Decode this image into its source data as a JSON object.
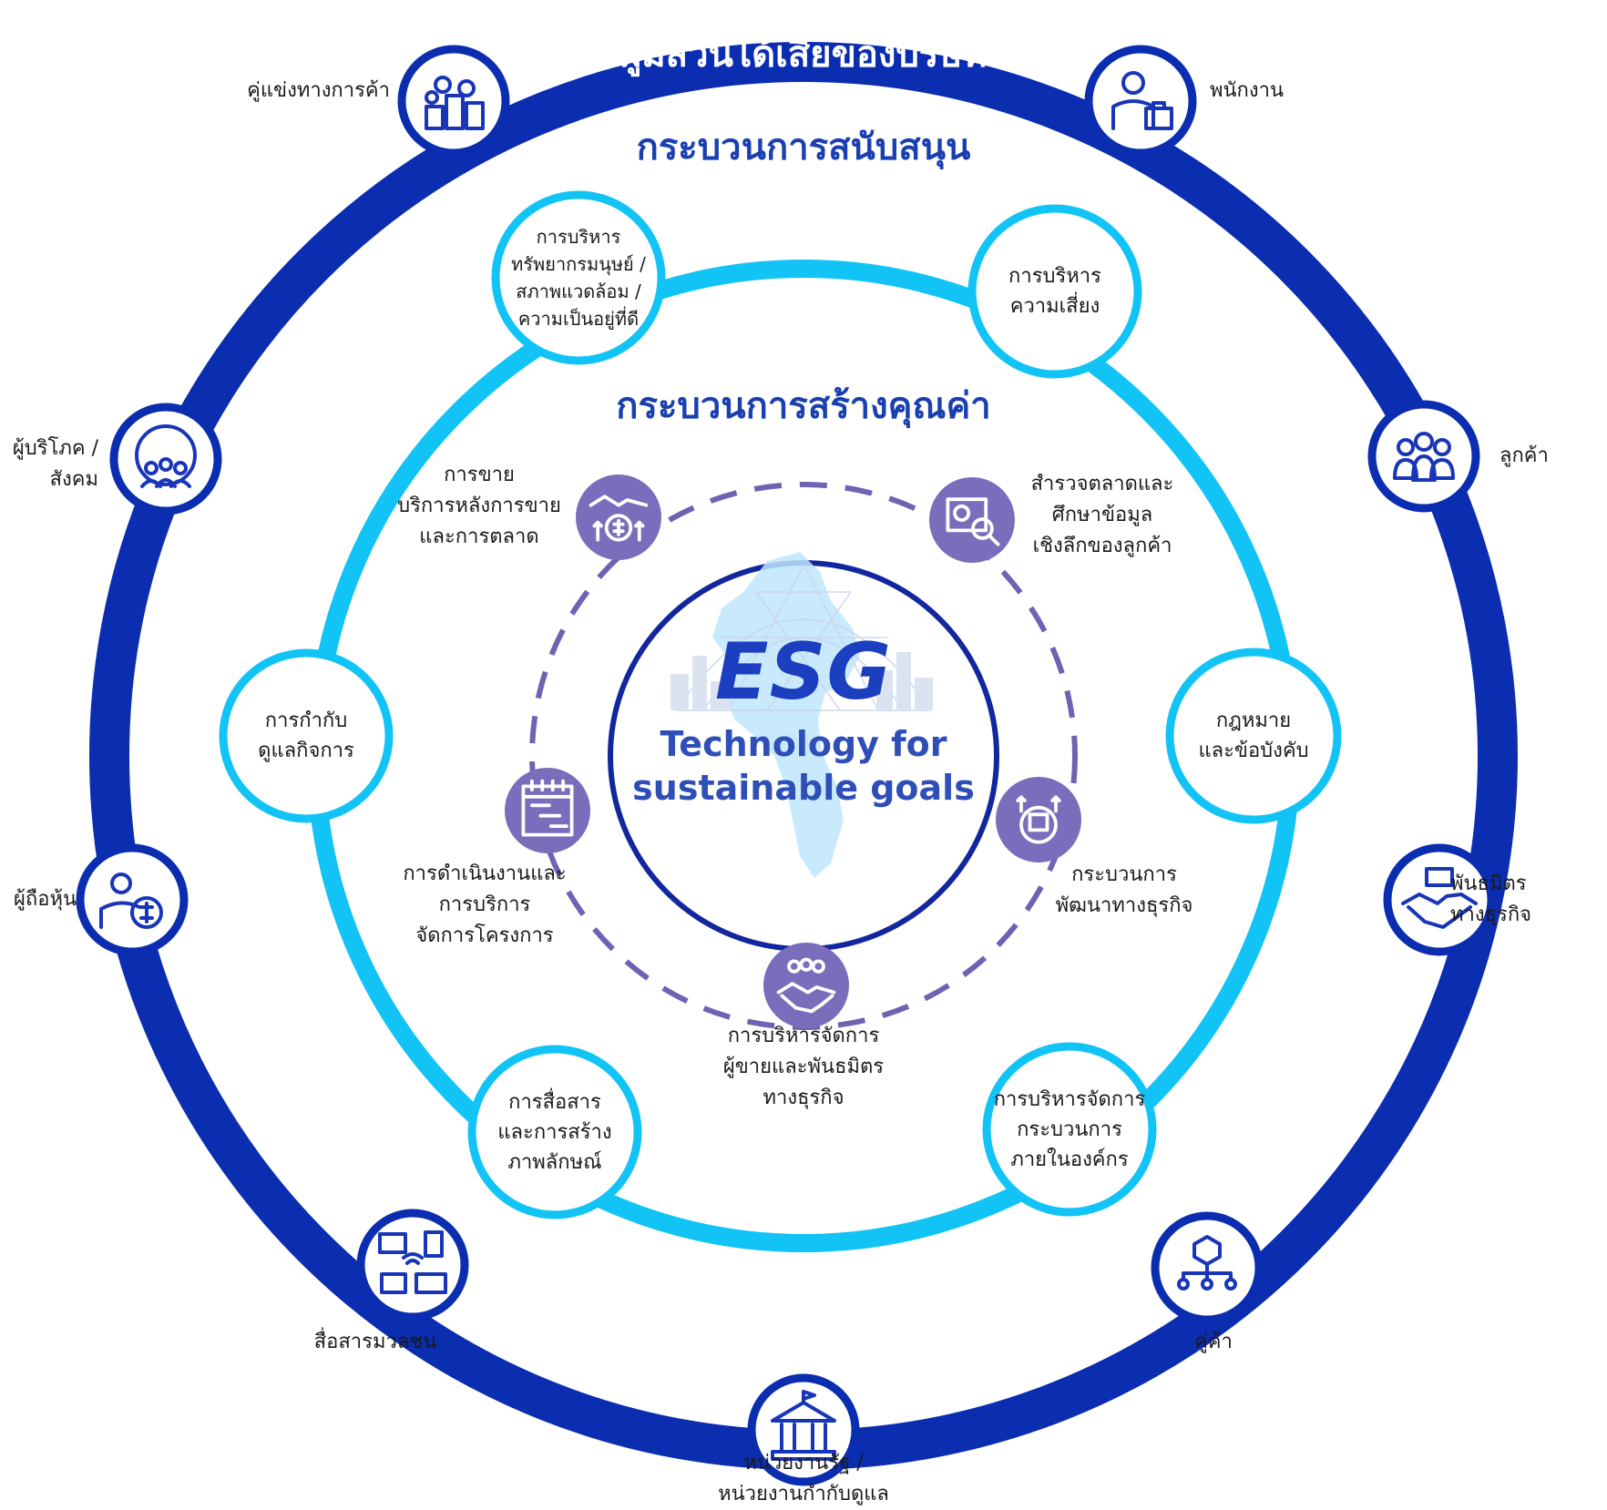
{
  "colors": {
    "outer_ring": "#0b2db0",
    "middle_ring": "#12c3f5",
    "inner_dashed": "#7161b3",
    "core_ring": "#12279e",
    "icon_purple": "#7a6dbb",
    "icon_navy": "#1a36b8",
    "title_blue": "#1a3fb0"
  },
  "outer_ring_title": "ผู้มีส่วนได้เสียของบริษัท",
  "support_title": "กระบวนการสนับสนุน",
  "value_title": "กระบวนการสร้างคุณค่า",
  "center": {
    "title": "ESG",
    "subtitle_line1": "Technology for",
    "subtitle_line2": "sustainable goals"
  },
  "stakeholders": [
    {
      "icon": "competitors-icon",
      "lines": [
        "คู่แข่งทางการค้า"
      ]
    },
    {
      "icon": "employee-icon",
      "lines": [
        "พนักงาน"
      ]
    },
    {
      "icon": "customers-icon",
      "lines": [
        "ลูกค้า"
      ]
    },
    {
      "icon": "handshake-partners-icon",
      "lines": [
        "พันธมิตร",
        "ทางธุรกิจ"
      ]
    },
    {
      "icon": "suppliers-icon",
      "lines": [
        "คู่ค้า"
      ]
    },
    {
      "icon": "government-building-icon",
      "lines": [
        "หน่วยงานรัฐ /",
        "หน่วยงานกำกับดูแล"
      ]
    },
    {
      "icon": "mass-media-icon",
      "lines": [
        "สื่อสารมวลชน"
      ]
    },
    {
      "icon": "shareholder-icon",
      "lines": [
        "ผู้ถือหุ้น"
      ]
    },
    {
      "icon": "society-globe-icon",
      "lines": [
        "ผู้บริโภค /",
        "สังคม"
      ]
    }
  ],
  "support_processes": [
    {
      "lines": [
        "การบริหาร",
        "ทรัพยากรมนุษย์ /",
        "สภาพแวดล้อม /",
        "ความเป็นอยู่ที่ดี"
      ]
    },
    {
      "lines": [
        "การบริหาร",
        "ความเสี่ยง"
      ]
    },
    {
      "lines": [
        "กฎหมาย",
        "และข้อบังคับ"
      ]
    },
    {
      "lines": [
        "การบริหารจัดการ",
        "กระบวนการ",
        "ภายในองค์กร"
      ]
    },
    {
      "lines": [
        "การสื่อสาร",
        "และการสร้าง",
        "ภาพลักษณ์"
      ]
    },
    {
      "lines": [
        "การกำกับ",
        "ดูแลกิจการ"
      ]
    }
  ],
  "value_processes": [
    {
      "icon": "market-research-icon",
      "lines": [
        "สำรวจตลาดและ",
        "ศึกษาข้อมูล",
        "เชิงลึกของลูกค้า"
      ]
    },
    {
      "icon": "business-development-icon",
      "lines": [
        "กระบวนการ",
        "พัฒนาทางธุรกิจ"
      ]
    },
    {
      "icon": "partner-management-icon",
      "lines": [
        "การบริหารจัดการ",
        "ผู้ขายและพันธมิตร",
        "ทางธุรกิจ"
      ]
    },
    {
      "icon": "project-management-icon",
      "lines": [
        "การดำเนินงานและ",
        "การบริการ",
        "จัดการโครงการ"
      ]
    },
    {
      "icon": "sales-service-icon",
      "lines": [
        "การขาย",
        "บริการหลังการขาย",
        "และการตลาด"
      ]
    }
  ]
}
